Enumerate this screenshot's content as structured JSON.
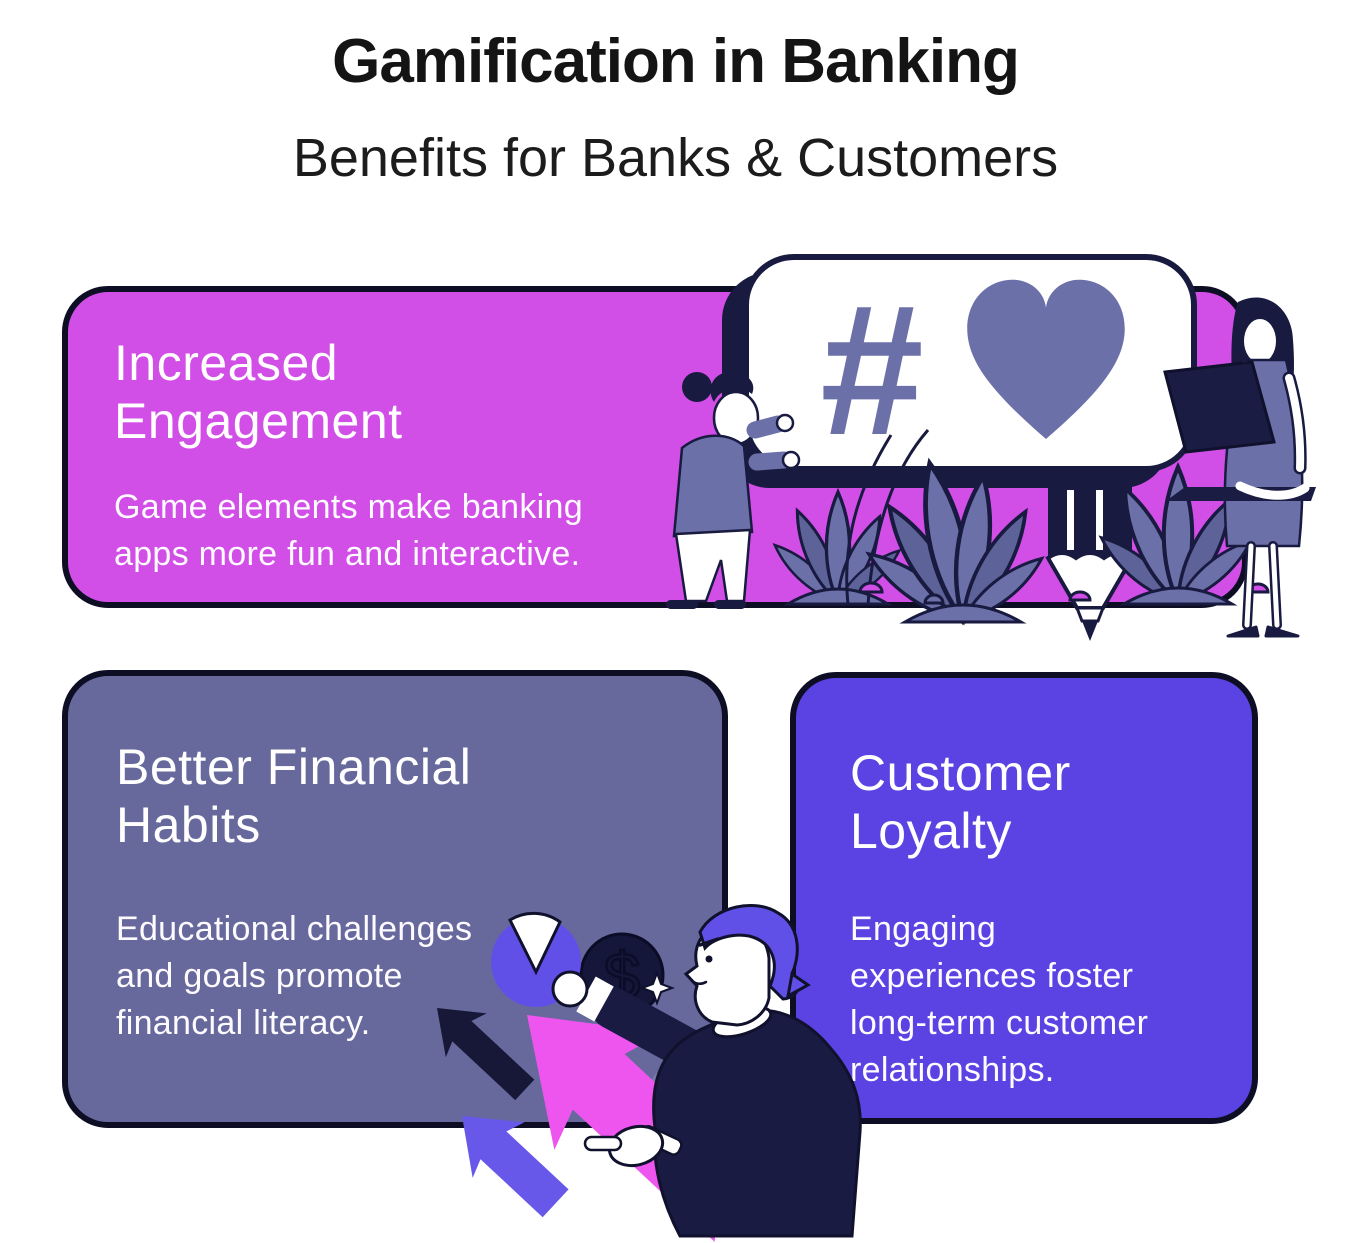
{
  "header": {
    "title": "Gamification in Banking",
    "subtitle": "Benefits for Banks & Customers"
  },
  "cards": {
    "engagement": {
      "title": "Increased Engagement",
      "body": "Game elements make banking apps more fun and interactive."
    },
    "habits": {
      "title": "Better Financial Habits",
      "body": "Educational challenges and goals promote financial literacy."
    },
    "loyalty": {
      "title": "Customer Loyalty",
      "body": "Engaging experiences foster long-term customer relationships."
    }
  },
  "icons": {
    "hashtag": "#",
    "dollar": "$",
    "heart": "heart-icon",
    "pencil": "pencil-icon",
    "sparkle": "sparkle-icon",
    "pie": "pie-chart-icon",
    "coin": "dollar-coin-icon",
    "arrows": "growth-arrows-icon"
  },
  "colors": {
    "card_magenta": "#d14fe6",
    "card_slate": "#67699d",
    "card_violet": "#5a43e2",
    "outline_ink": "#10112c",
    "illustration_purple": "#6b70a8",
    "illustration_navy": "#1a1c44",
    "accent_purple": "#6050e8",
    "arrow_magenta": "#ee55ee",
    "title_text": "#141414",
    "card_text": "#ffffff"
  }
}
